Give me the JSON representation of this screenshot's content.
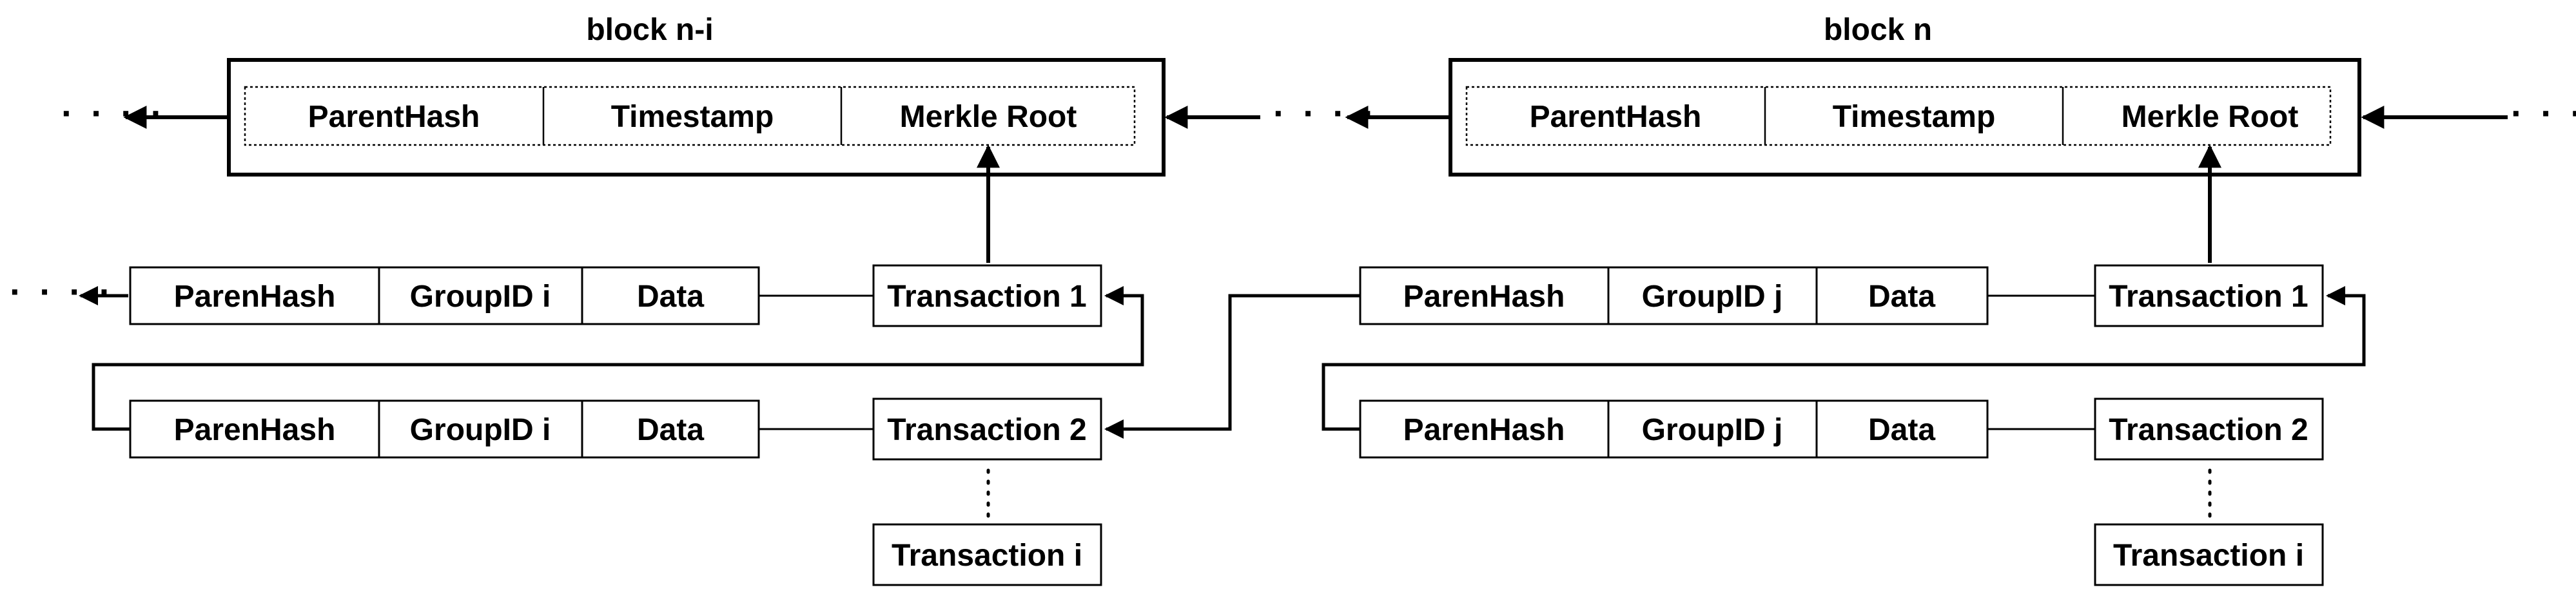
{
  "colors": {
    "stroke": "#000000",
    "background": "#ffffff"
  },
  "blocks": [
    {
      "title": "block n-i",
      "fields": [
        "ParentHash",
        "Timestamp",
        "Merkle Root"
      ]
    },
    {
      "title": "block n",
      "fields": [
        "ParentHash",
        "Timestamp",
        "Merkle Root"
      ]
    }
  ],
  "chains": [
    {
      "rows": [
        {
          "fields": [
            "ParenHash",
            "GroupID i",
            "Data"
          ],
          "transaction": "Transaction 1"
        },
        {
          "fields": [
            "ParenHash",
            "GroupID i",
            "Data"
          ],
          "transaction": "Transaction 2"
        }
      ],
      "last_transaction": "Transaction i"
    },
    {
      "rows": [
        {
          "fields": [
            "ParenHash",
            "GroupID j",
            "Data"
          ],
          "transaction": "Transaction 1"
        },
        {
          "fields": [
            "ParenHash",
            "GroupID j",
            "Data"
          ],
          "transaction": "Transaction 2"
        }
      ],
      "last_transaction": "Transaction i"
    }
  ],
  "continuation": "· · · ·"
}
